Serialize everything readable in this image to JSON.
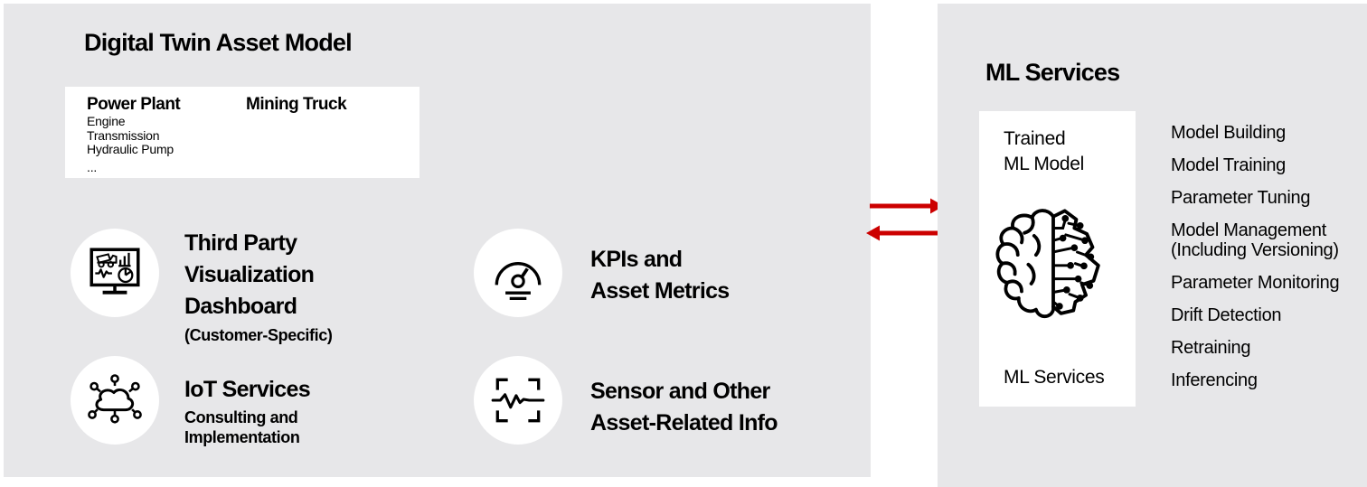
{
  "colors": {
    "panel_bg": "#e7e7e9",
    "box_bg": "#ffffff",
    "text": "#000000",
    "arrow_red": "#cc0000"
  },
  "left_panel": {
    "title": "Digital Twin Asset Model",
    "asset_box": {
      "assets": [
        {
          "name": "Power Plant",
          "components": [
            "Engine",
            "Transmission",
            "Hydraulic Pump",
            "..."
          ]
        },
        {
          "name": "Mining Truck",
          "components": []
        }
      ]
    },
    "features": [
      {
        "icon": "dashboard-monitor-icon",
        "title_lines": [
          "Third Party",
          "Visualization",
          "Dashboard"
        ],
        "subtitle_lines": [
          "(Customer-Specific)"
        ]
      },
      {
        "icon": "gauge-icon",
        "title_lines": [
          "KPIs and",
          "Asset Metrics"
        ],
        "subtitle_lines": []
      },
      {
        "icon": "iot-cloud-icon",
        "title_lines": [
          "IoT Services"
        ],
        "subtitle_lines": [
          "Consulting and",
          "Implementation"
        ]
      },
      {
        "icon": "sensor-waveform-icon",
        "title_lines": [
          "Sensor and Other",
          "Asset-Related Info"
        ],
        "subtitle_lines": []
      }
    ]
  },
  "connector": {
    "direction": "bidirectional",
    "color": "#cc0000"
  },
  "right_panel": {
    "title": "ML Services",
    "model_box": {
      "top_label_lines": [
        "Trained",
        "ML Model"
      ],
      "icon": "brain-circuit-icon",
      "bottom_label": "ML Services"
    },
    "capabilities": [
      {
        "lines": [
          "Model Building"
        ]
      },
      {
        "lines": [
          "Model Training"
        ]
      },
      {
        "lines": [
          "Parameter Tuning"
        ]
      },
      {
        "lines": [
          "Model Management",
          "(Including Versioning)"
        ]
      },
      {
        "lines": [
          "Parameter Monitoring"
        ]
      },
      {
        "lines": [
          "Drift Detection"
        ]
      },
      {
        "lines": [
          "Retraining"
        ]
      },
      {
        "lines": [
          "Inferencing"
        ]
      }
    ]
  }
}
